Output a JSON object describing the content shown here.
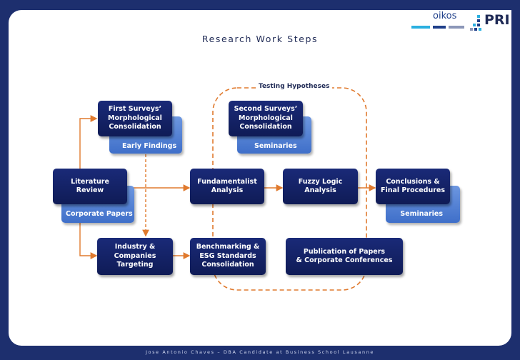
{
  "title": "Research Work Steps",
  "footer": "Jose Antonio Chaves – DBA Candidate at Business School Lausanne",
  "logo": {
    "oikos": "oikos",
    "pri": "PRI"
  },
  "testing_label": "Testing Hypotheses",
  "boxes": {
    "first_surveys": {
      "lines": [
        "First Surveys’",
        "Morphological",
        "Consolidation"
      ],
      "tag": "Early Findings"
    },
    "second_surveys": {
      "lines": [
        "Second Surveys’",
        "Morphological",
        "Consolidation"
      ],
      "tag": "Seminaries"
    },
    "literature": {
      "lines": [
        "Literature",
        "Review"
      ],
      "tag": "Corporate Papers"
    },
    "fundamentalist": {
      "lines": [
        "Fundamentalist",
        "Analysis"
      ]
    },
    "fuzzy": {
      "lines": [
        "Fuzzy Logic",
        "Analysis"
      ]
    },
    "conclusions": {
      "lines": [
        "Conclusions &",
        "Final Procedures"
      ],
      "tag": "Seminaries"
    },
    "industry": {
      "lines": [
        "Industry &",
        "Companies",
        "Targeting"
      ]
    },
    "benchmarking": {
      "lines": [
        "Benchmarking &",
        "ESG Standards",
        "Consolidation"
      ]
    },
    "publication": {
      "lines": [
        "Publication of Papers",
        "& Corporate Conferences"
      ]
    }
  },
  "colors": {
    "frame": "#1d2f6e",
    "dark_box": "#13206a",
    "light_box": "#5583d6",
    "arrow": "#e07a2e",
    "title": "#1f2a55"
  }
}
